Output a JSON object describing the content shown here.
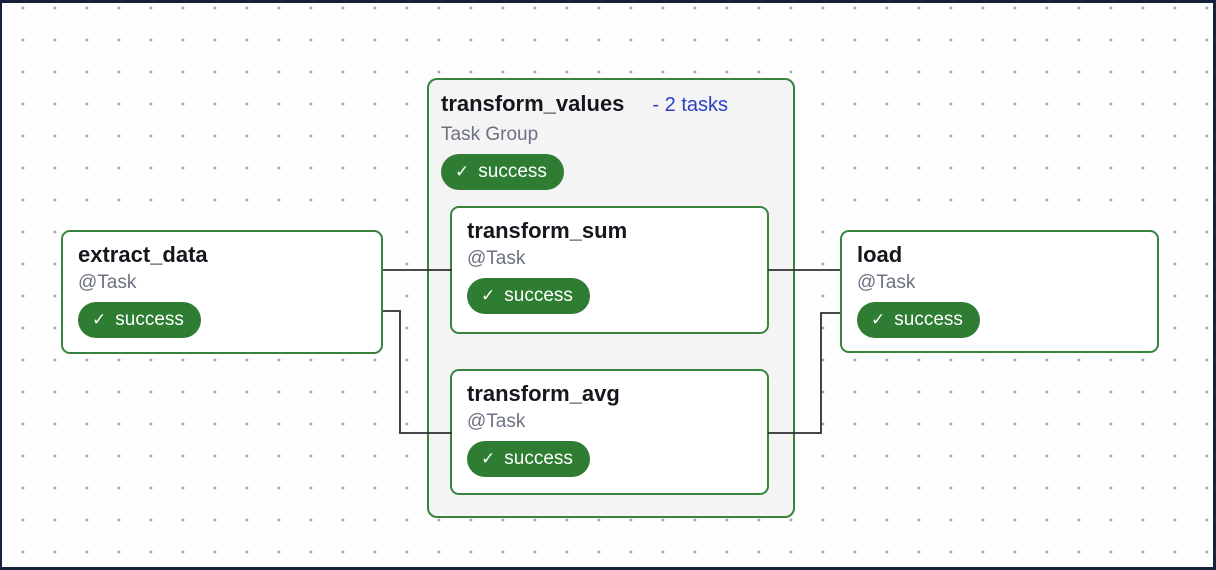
{
  "icons": {
    "check": "✓"
  },
  "colors": {
    "frame_navy": "#16213c",
    "node_border_green": "#38843c",
    "badge_green": "#2e7d32",
    "collapse_link_blue": "#2c3ec6",
    "subtitle_gray": "#6d7280",
    "group_fill": "#f4f4f5",
    "edge_dark": "#2e2f33"
  },
  "nodes": {
    "extract_data": {
      "title": "extract_data",
      "type": "@Task",
      "status": "success"
    },
    "transform_sum": {
      "title": "transform_sum",
      "type": "@Task",
      "status": "success"
    },
    "transform_avg": {
      "title": "transform_avg",
      "type": "@Task",
      "status": "success"
    },
    "load": {
      "title": "load",
      "type": "@Task",
      "status": "success"
    }
  },
  "task_group": {
    "title": "transform_values",
    "collapse_label": "- 2 tasks",
    "task_count": 2,
    "type": "Task Group",
    "status": "success"
  },
  "edges": [
    {
      "from": "extract_data",
      "to": "transform_values.transform_sum"
    },
    {
      "from": "extract_data",
      "to": "transform_values.transform_avg"
    },
    {
      "from": "transform_values.transform_sum",
      "to": "load"
    },
    {
      "from": "transform_values.transform_avg",
      "to": "load"
    }
  ]
}
